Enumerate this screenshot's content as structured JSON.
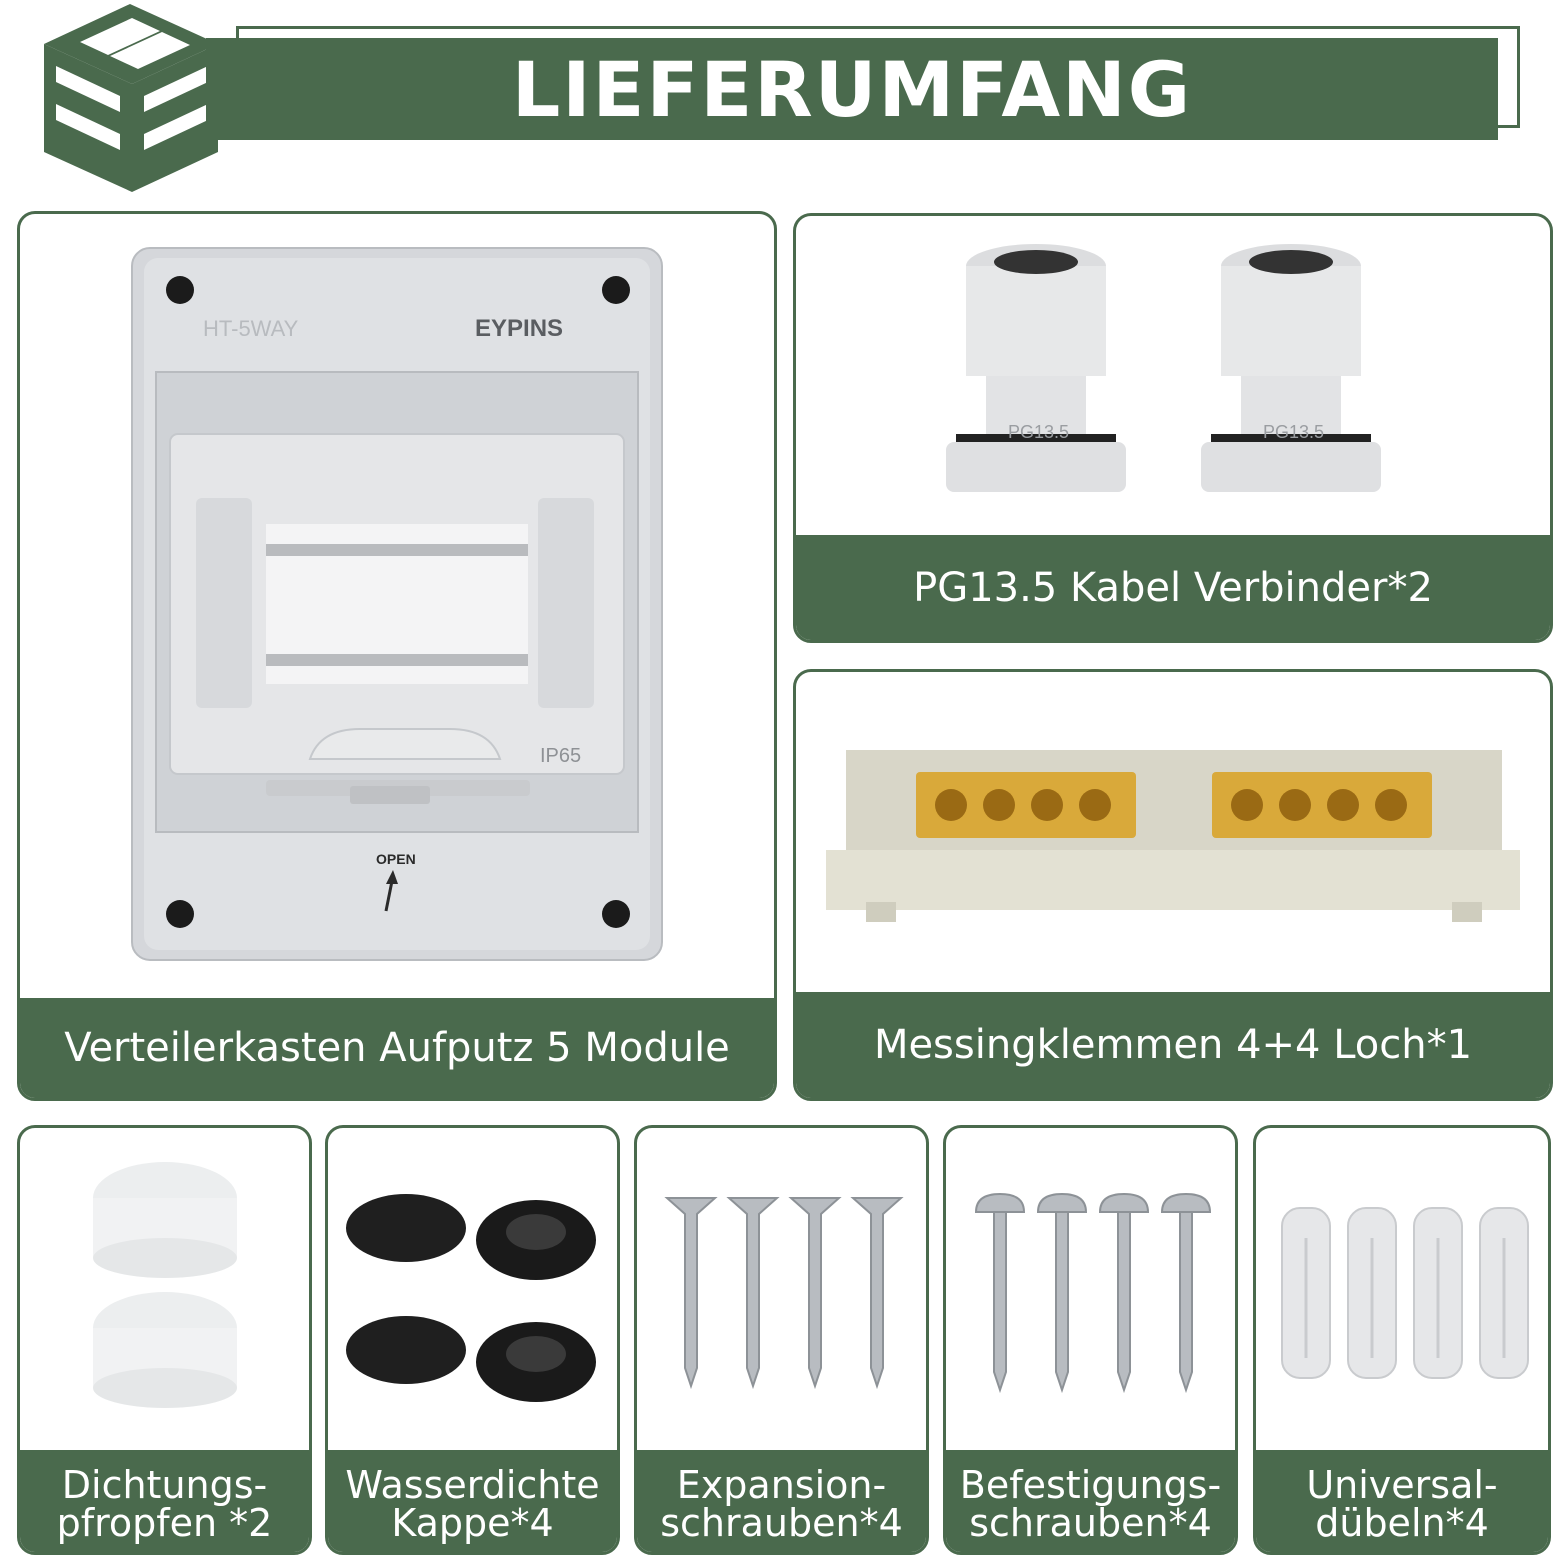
{
  "header": {
    "title": "LIEFERUMFANG"
  },
  "brand": {
    "logo_text": "EYPINS",
    "model_text": "HT-5WAY",
    "rating_text": "IP65",
    "open_text": "OPEN",
    "gland_text": "PG13.5"
  },
  "colors": {
    "brand_green": "#4a6a4d",
    "background": "#ffffff",
    "label_text": "#ffffff"
  },
  "items": [
    {
      "label": "Verteilerkasten Aufputz 5 Module"
    },
    {
      "label": "PG13.5 Kabel Verbinder*2"
    },
    {
      "label": "Messingklemmen 4+4 Loch*1"
    },
    {
      "label_line1": "Dichtungs-",
      "label_line2": "pfropfen *2"
    },
    {
      "label_line1": "Wasserdichte",
      "label_line2": "Kappe*4"
    },
    {
      "label_line1": "Expansion-",
      "label_line2": "schrauben*4"
    },
    {
      "label_line1": "Befestigungs-",
      "label_line2": "schrauben*4"
    },
    {
      "label_line1": "Universal-",
      "label_line2": "dübeln*4"
    }
  ]
}
